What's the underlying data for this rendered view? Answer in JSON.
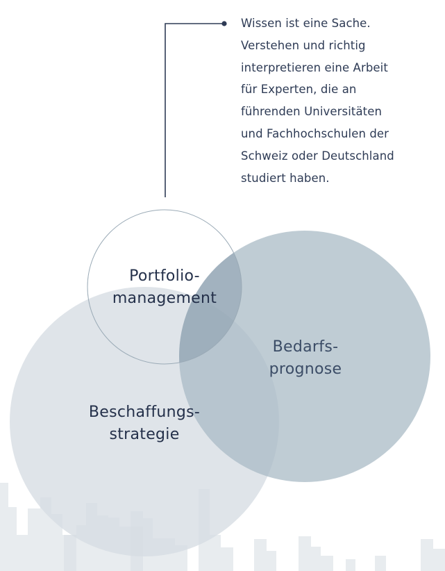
{
  "callout": {
    "lines": [
      "Wissen ist eine Sache.",
      "Verstehen und richtig",
      "interpretieren eine Arbeit",
      "für Experten, die an",
      "führenden Universitäten",
      "und Fachhochschulen der",
      "Schweiz oder Deutschland",
      "studiert haben."
    ]
  },
  "circles": {
    "portfolio": {
      "line1": "Portfolio-",
      "line2": "management"
    },
    "bedarf": {
      "line1": "Bedarfs-",
      "line2": "prognose"
    },
    "beschaffung": {
      "line1": "Beschaffungs-",
      "line2": "strategie"
    }
  },
  "colors": {
    "text": "#24304a",
    "line": "#2e3b55",
    "circle_light": "#dde3e8",
    "circle_mid": "#bccbd3",
    "skyline": "#e6eaee"
  }
}
